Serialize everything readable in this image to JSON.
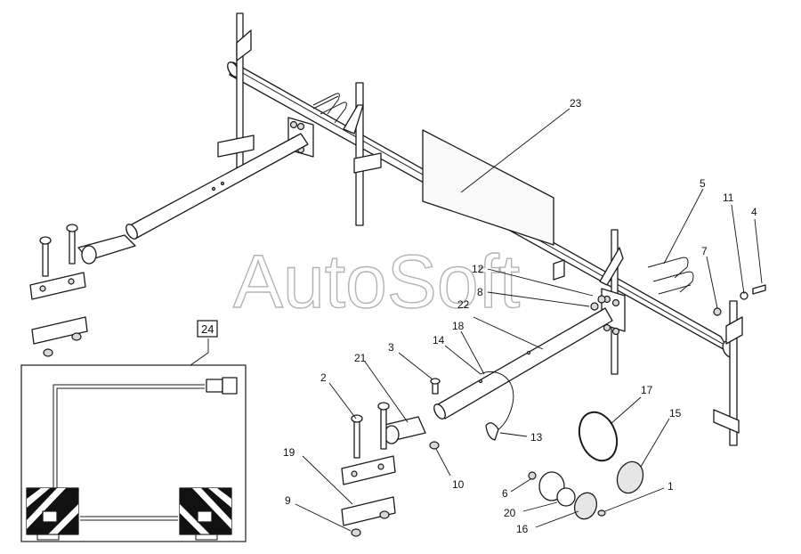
{
  "watermark": "AutoSoft",
  "detail_box_label": "24",
  "callouts": [
    {
      "id": "p1",
      "label": "1"
    },
    {
      "id": "p2",
      "label": "2"
    },
    {
      "id": "p3",
      "label": "3"
    },
    {
      "id": "p4",
      "label": "4"
    },
    {
      "id": "p5",
      "label": "5"
    },
    {
      "id": "p6",
      "label": "6"
    },
    {
      "id": "p7",
      "label": "7"
    },
    {
      "id": "p8",
      "label": "8"
    },
    {
      "id": "p9",
      "label": "9"
    },
    {
      "id": "p10",
      "label": "10"
    },
    {
      "id": "p11",
      "label": "11"
    },
    {
      "id": "p12",
      "label": "12"
    },
    {
      "id": "p13",
      "label": "13"
    },
    {
      "id": "p14",
      "label": "14"
    },
    {
      "id": "p15",
      "label": "15"
    },
    {
      "id": "p16",
      "label": "16"
    },
    {
      "id": "p17",
      "label": "17"
    },
    {
      "id": "p18",
      "label": "18"
    },
    {
      "id": "p19",
      "label": "19"
    },
    {
      "id": "p20",
      "label": "20"
    },
    {
      "id": "p21",
      "label": "21"
    },
    {
      "id": "p22",
      "label": "22"
    },
    {
      "id": "p23",
      "label": "23"
    }
  ]
}
